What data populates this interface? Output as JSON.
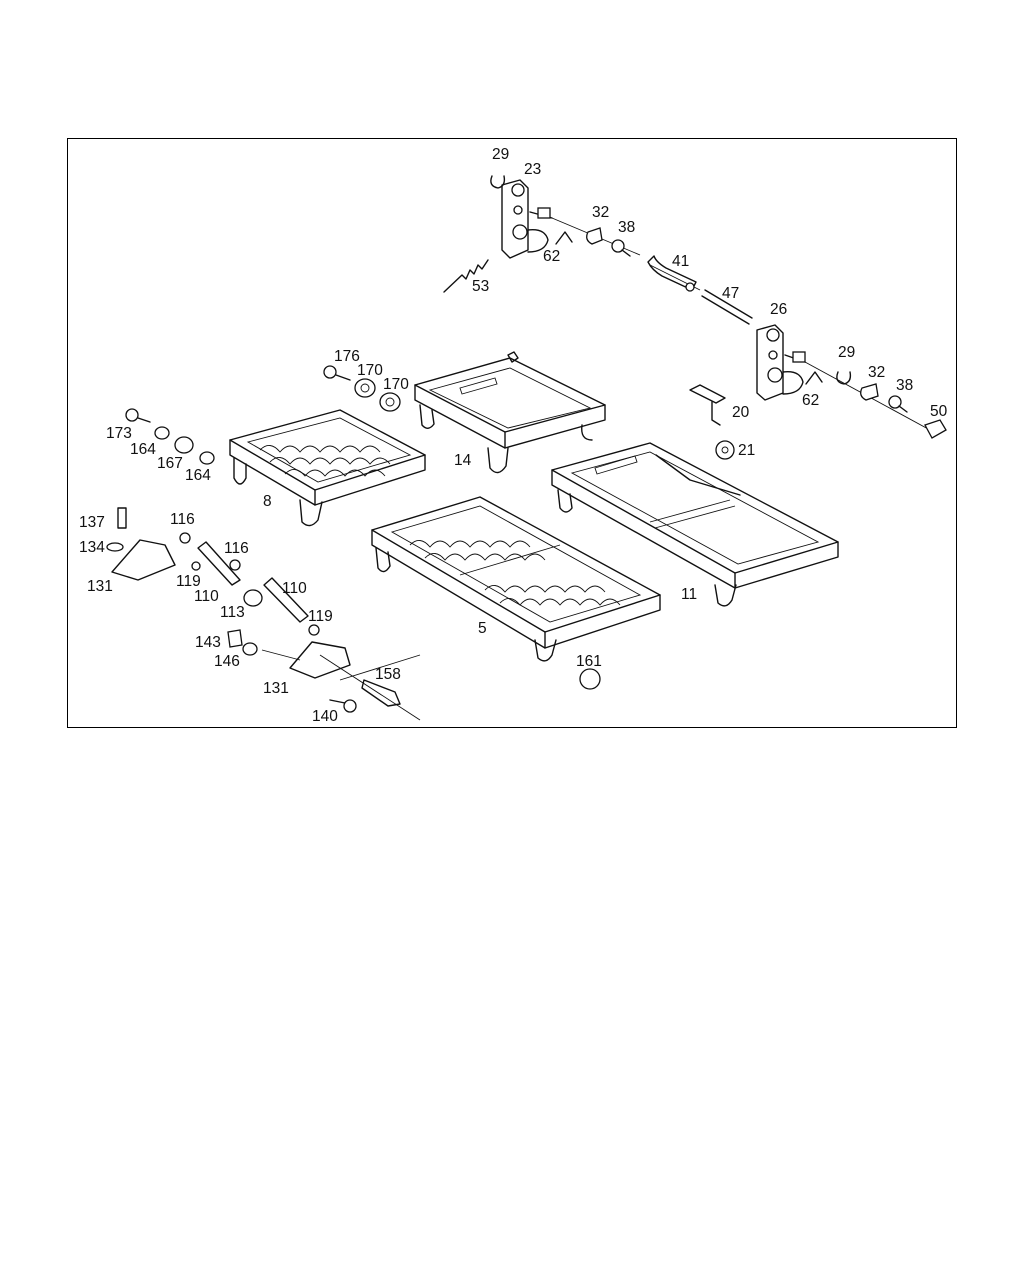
{
  "diagram": {
    "labels": [
      "29",
      "23",
      "32",
      "38",
      "62",
      "41",
      "53",
      "47",
      "26",
      "29",
      "32",
      "38",
      "62",
      "50",
      "176",
      "170",
      "170",
      "20",
      "21",
      "173",
      "164",
      "167",
      "164",
      "14",
      "8",
      "11",
      "137",
      "116",
      "116",
      "134",
      "131",
      "119",
      "110",
      "110",
      "113",
      "119",
      "5",
      "143",
      "146",
      "161",
      "158",
      "131",
      "140"
    ]
  },
  "colors": {
    "line": "#111111",
    "background": "#ffffff"
  }
}
